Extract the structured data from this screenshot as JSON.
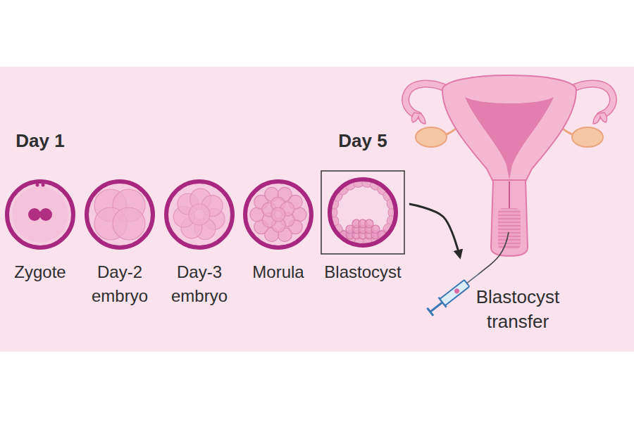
{
  "diagram": {
    "nodes": [
      {
        "text": [
          "Day 1",
          "Zygote"
        ]
      },
      {
        "text": [
          "Day-2 embryo"
        ]
      },
      {
        "text": [
          "Day-3 embryo"
        ]
      },
      {
        "text": [
          "Morula"
        ]
      },
      {
        "text": [
          "Day 5",
          "Blastocyst"
        ]
      },
      {
        "text": [
          "Blastocyst transfer"
        ]
      }
    ],
    "edges": [
      {
        "from": 4,
        "to": 5,
        "arrow": "to"
      }
    ]
  }
}
